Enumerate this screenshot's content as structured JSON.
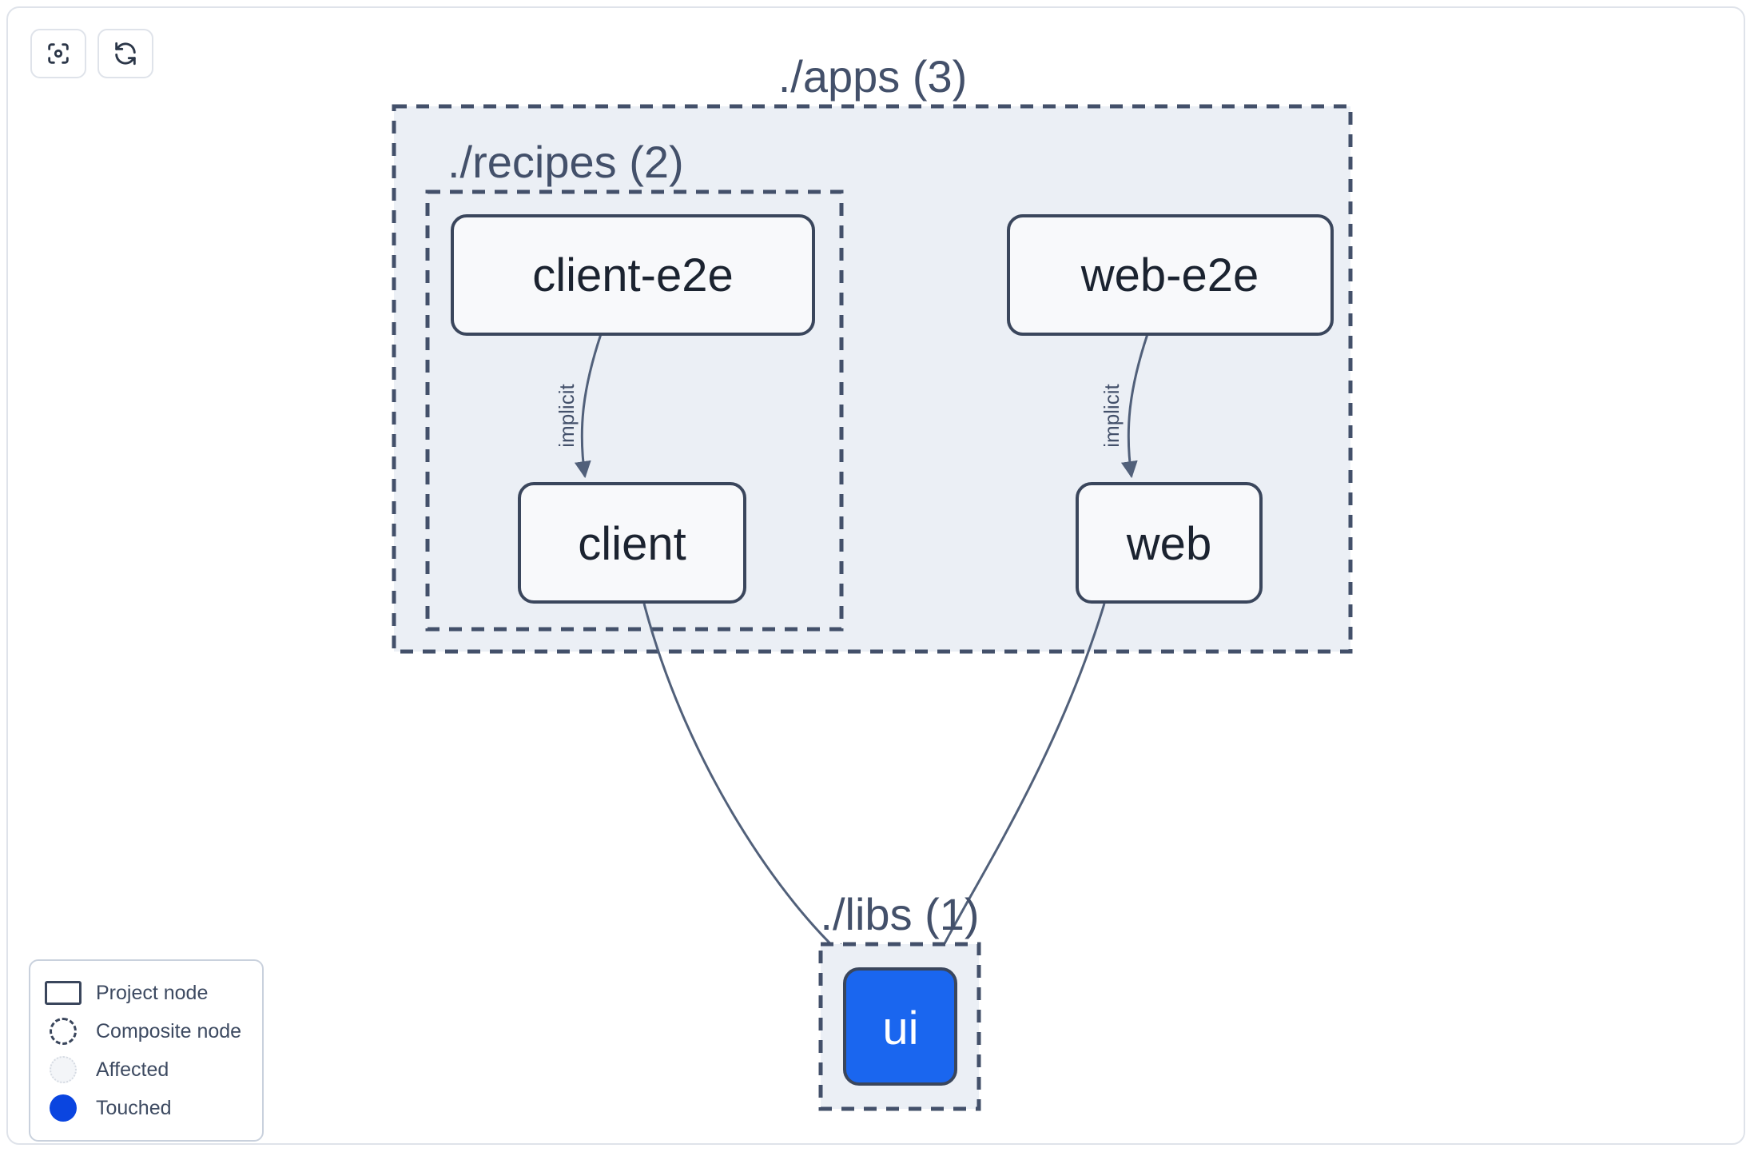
{
  "toolbar": {
    "buttons": [
      {
        "name": "focus-graph-button",
        "icon": "focus-icon"
      },
      {
        "name": "refresh-graph-button",
        "icon": "refresh-icon"
      }
    ]
  },
  "graph": {
    "groups": [
      {
        "id": "apps",
        "label": "./apps (3)"
      },
      {
        "id": "recipes",
        "label": "./recipes (2)"
      },
      {
        "id": "libs",
        "label": "./libs (1)"
      }
    ],
    "nodes": [
      {
        "id": "client-e2e",
        "label": "client-e2e",
        "state": "normal"
      },
      {
        "id": "web-e2e",
        "label": "web-e2e",
        "state": "normal"
      },
      {
        "id": "client",
        "label": "client",
        "state": "normal"
      },
      {
        "id": "web",
        "label": "web",
        "state": "normal"
      },
      {
        "id": "ui",
        "label": "ui",
        "state": "touched"
      }
    ],
    "edges": [
      {
        "from": "client-e2e",
        "to": "client",
        "label": "implicit"
      },
      {
        "from": "web-e2e",
        "to": "web",
        "label": "implicit"
      },
      {
        "from": "client",
        "to": "ui",
        "label": ""
      },
      {
        "from": "web",
        "to": "ui",
        "label": ""
      }
    ]
  },
  "legend": {
    "items": [
      {
        "glyph": "project-node-glyph",
        "label": "Project node"
      },
      {
        "glyph": "composite-node-glyph",
        "label": "Composite node"
      },
      {
        "glyph": "affected-glyph",
        "label": "Affected"
      },
      {
        "glyph": "touched-glyph",
        "label": "Touched"
      }
    ]
  },
  "colors": {
    "touched": "#0a45e0",
    "node_touched_fill": "#1a66ef",
    "group_fill": "#ebeff5",
    "node_fill": "#f8f9fb",
    "stroke": "#3a465c",
    "text": "#1b2330",
    "label_text": "#43506a"
  }
}
